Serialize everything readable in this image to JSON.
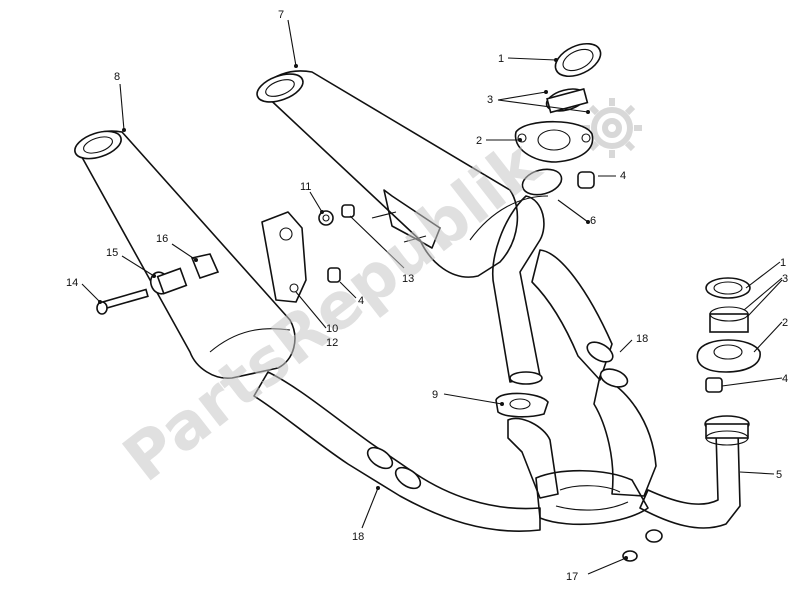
{
  "watermark": {
    "text": "PartsRepublik"
  },
  "callouts": {
    "c1a": "1",
    "c3a": "3",
    "c2a": "2",
    "c4a": "4",
    "c6": "6",
    "c7": "7",
    "c8": "8",
    "c11": "11",
    "c13": "13",
    "c16": "16",
    "c15": "15",
    "c14": "14",
    "c4b": "4",
    "c10": "10",
    "c12": "12",
    "c9": "9",
    "c18a": "18",
    "c18b": "18",
    "c1b": "1",
    "c3b": "3",
    "c2b": "2",
    "c4c": "4",
    "c5": "5",
    "c17": "17"
  }
}
